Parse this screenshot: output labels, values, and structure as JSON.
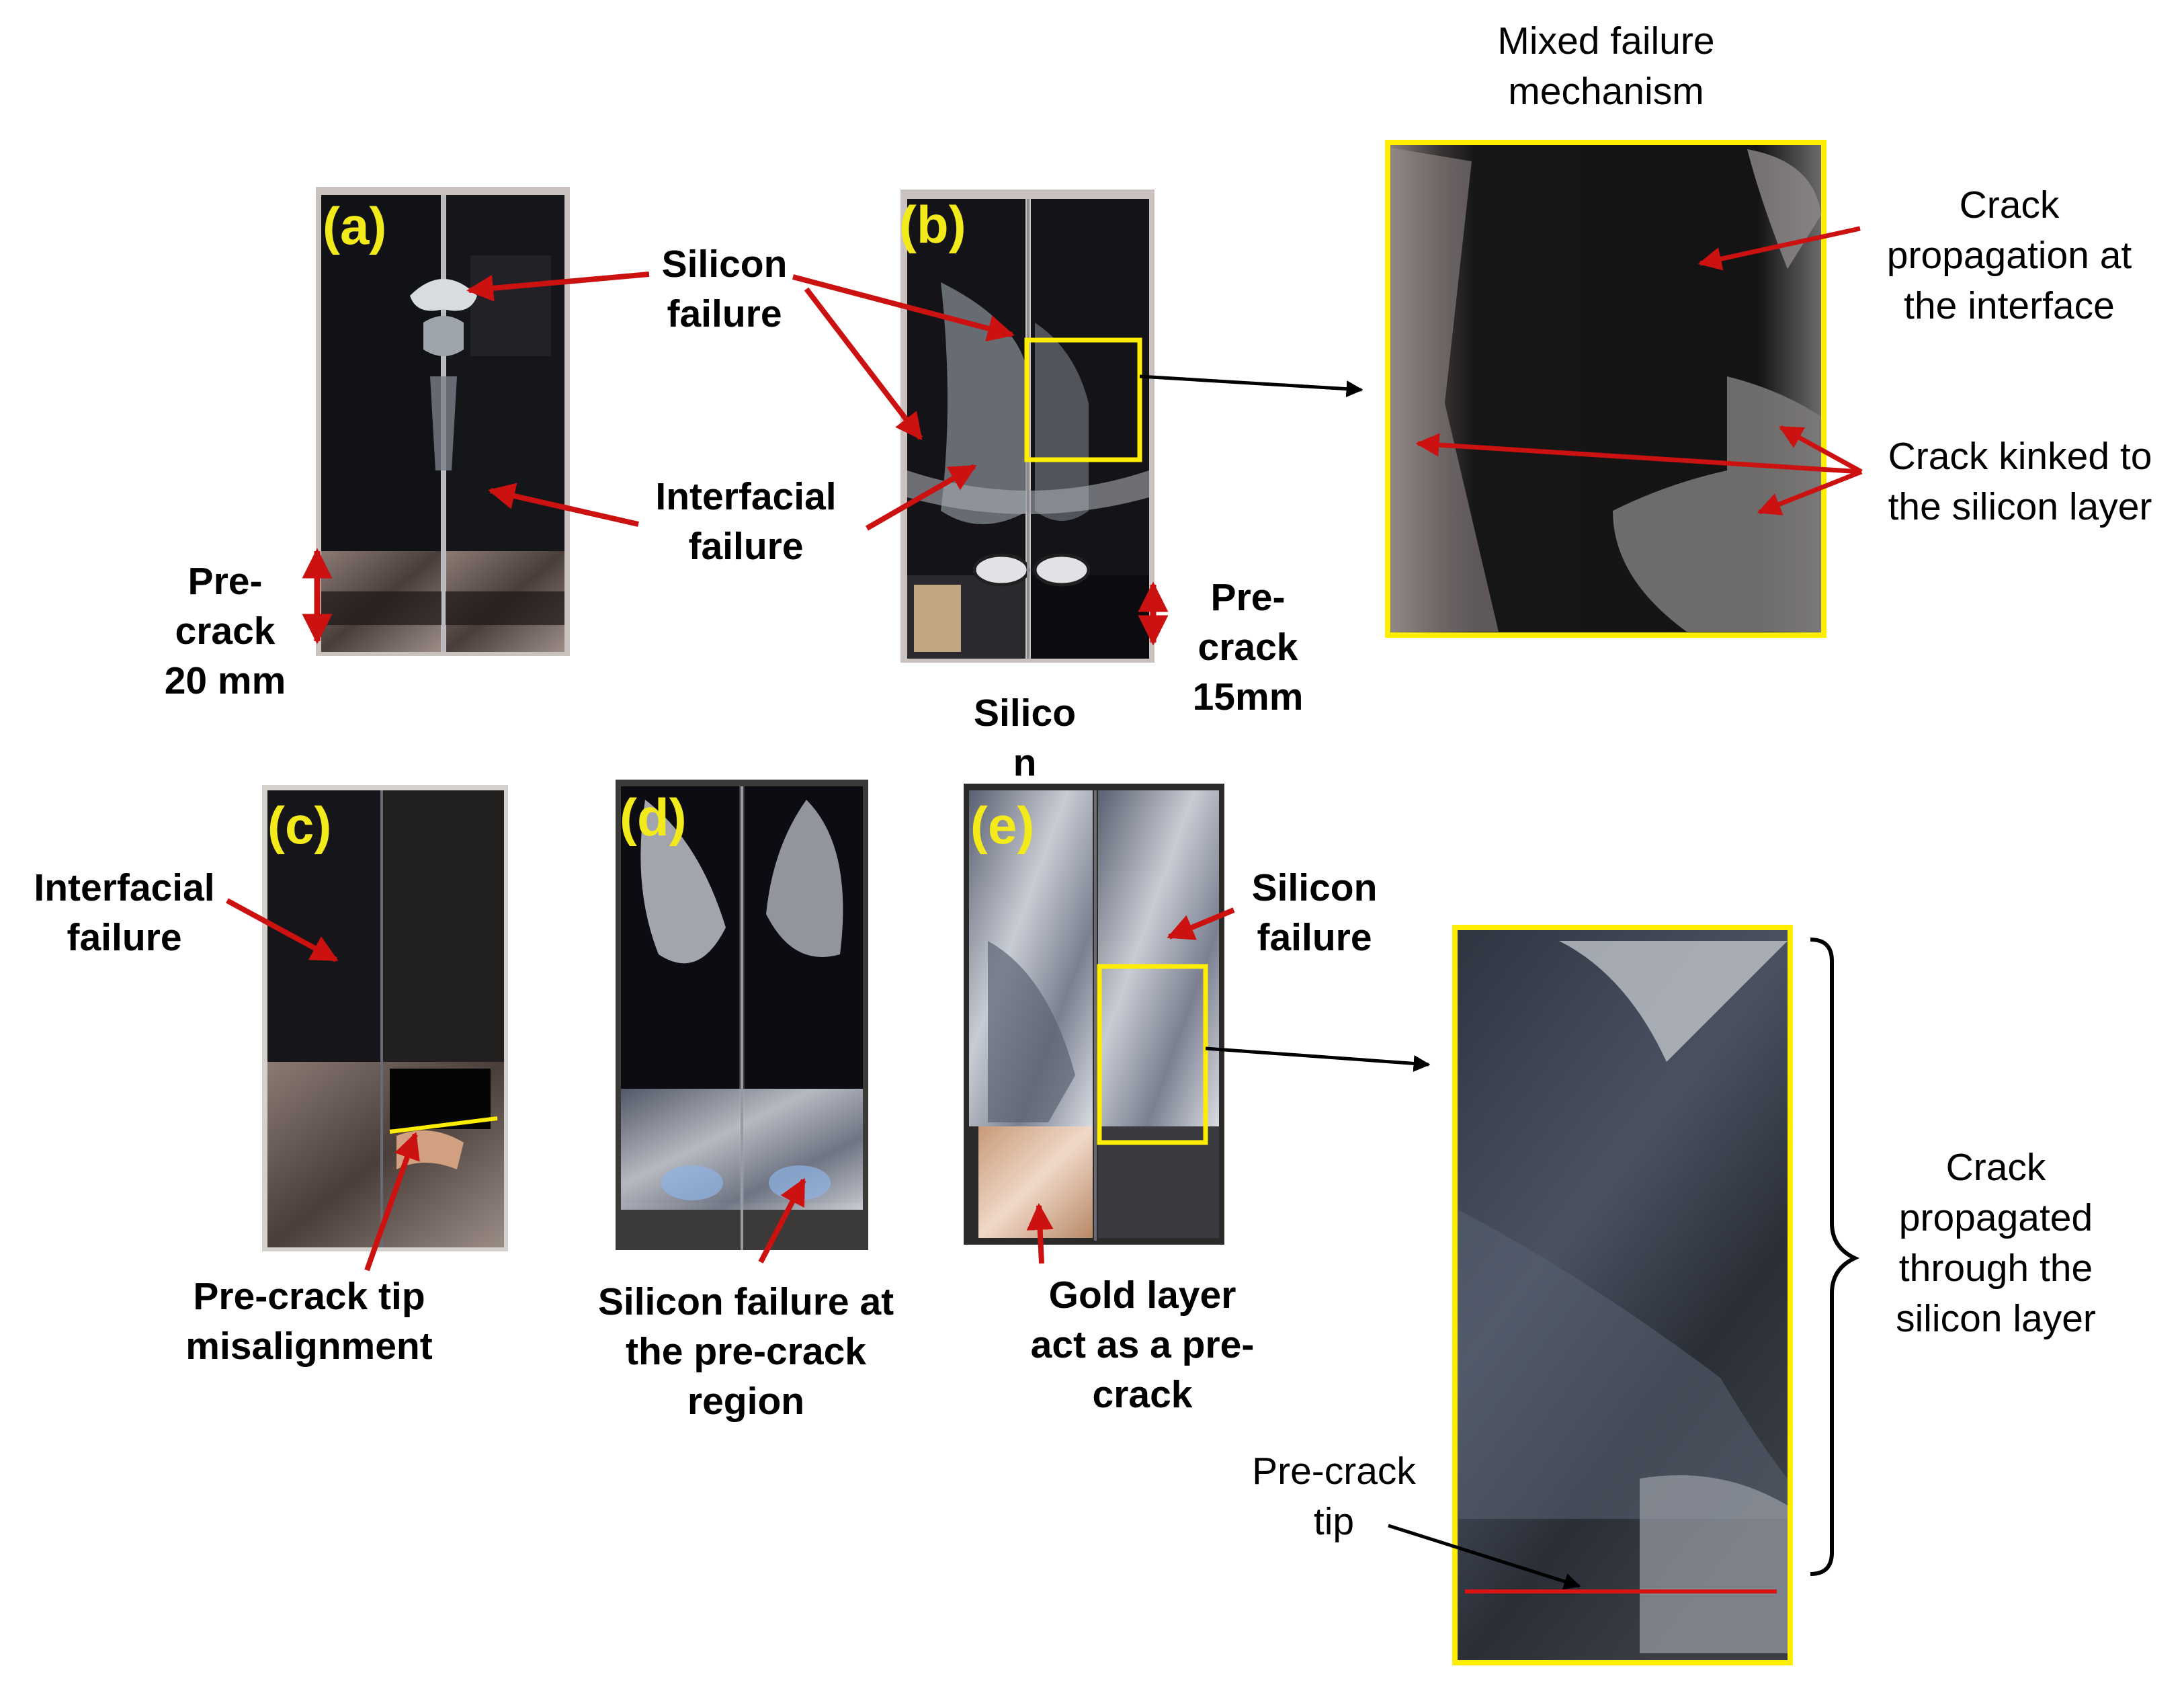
{
  "colors": {
    "annotation_arrow": "#cc1111",
    "callout_arrow": "#000000",
    "highlight_box": "#ffee00",
    "panel_letter": "#f2ea1a",
    "pre_crack_tip_line": "#dd1111"
  },
  "panels": {
    "a": "(a)",
    "b": "(b)",
    "c": "(c)",
    "d": "(d)",
    "e": "(e)"
  },
  "labels": {
    "a_silicon_failure": [
      "Silicon",
      "failure"
    ],
    "interfacial_failure_top": [
      "Interfacial",
      "failure"
    ],
    "a_pre_crack": [
      "Pre-",
      "crack",
      "20 mm"
    ],
    "b_pre_crack": [
      "Pre-",
      "crack",
      "15mm"
    ],
    "silicon_stray": [
      "Silico",
      "n"
    ],
    "c_interfacial_failure": [
      "Interfacial",
      "failure"
    ],
    "c_pre_crack_tip": [
      "Pre-crack tip",
      "misalignment"
    ],
    "d_silicon_failure": [
      "Silicon failure at",
      "the pre-crack",
      "region"
    ],
    "e_gold_layer": [
      "Gold layer",
      "act as a pre-",
      "crack"
    ],
    "e_silicon_failure": [
      "Silicon",
      "failure"
    ]
  },
  "zoom_top": {
    "title": [
      "Mixed failure",
      "mechanism"
    ],
    "crack_propagation": [
      "Crack",
      "propagation at",
      "the interface"
    ],
    "crack_kinked": [
      "Crack kinked to",
      "the silicon layer"
    ]
  },
  "zoom_bottom": {
    "crack_propagated": [
      "Crack",
      "propagated",
      "through the",
      "silicon layer"
    ],
    "pre_crack_tip": [
      "Pre-crack",
      "tip"
    ]
  }
}
